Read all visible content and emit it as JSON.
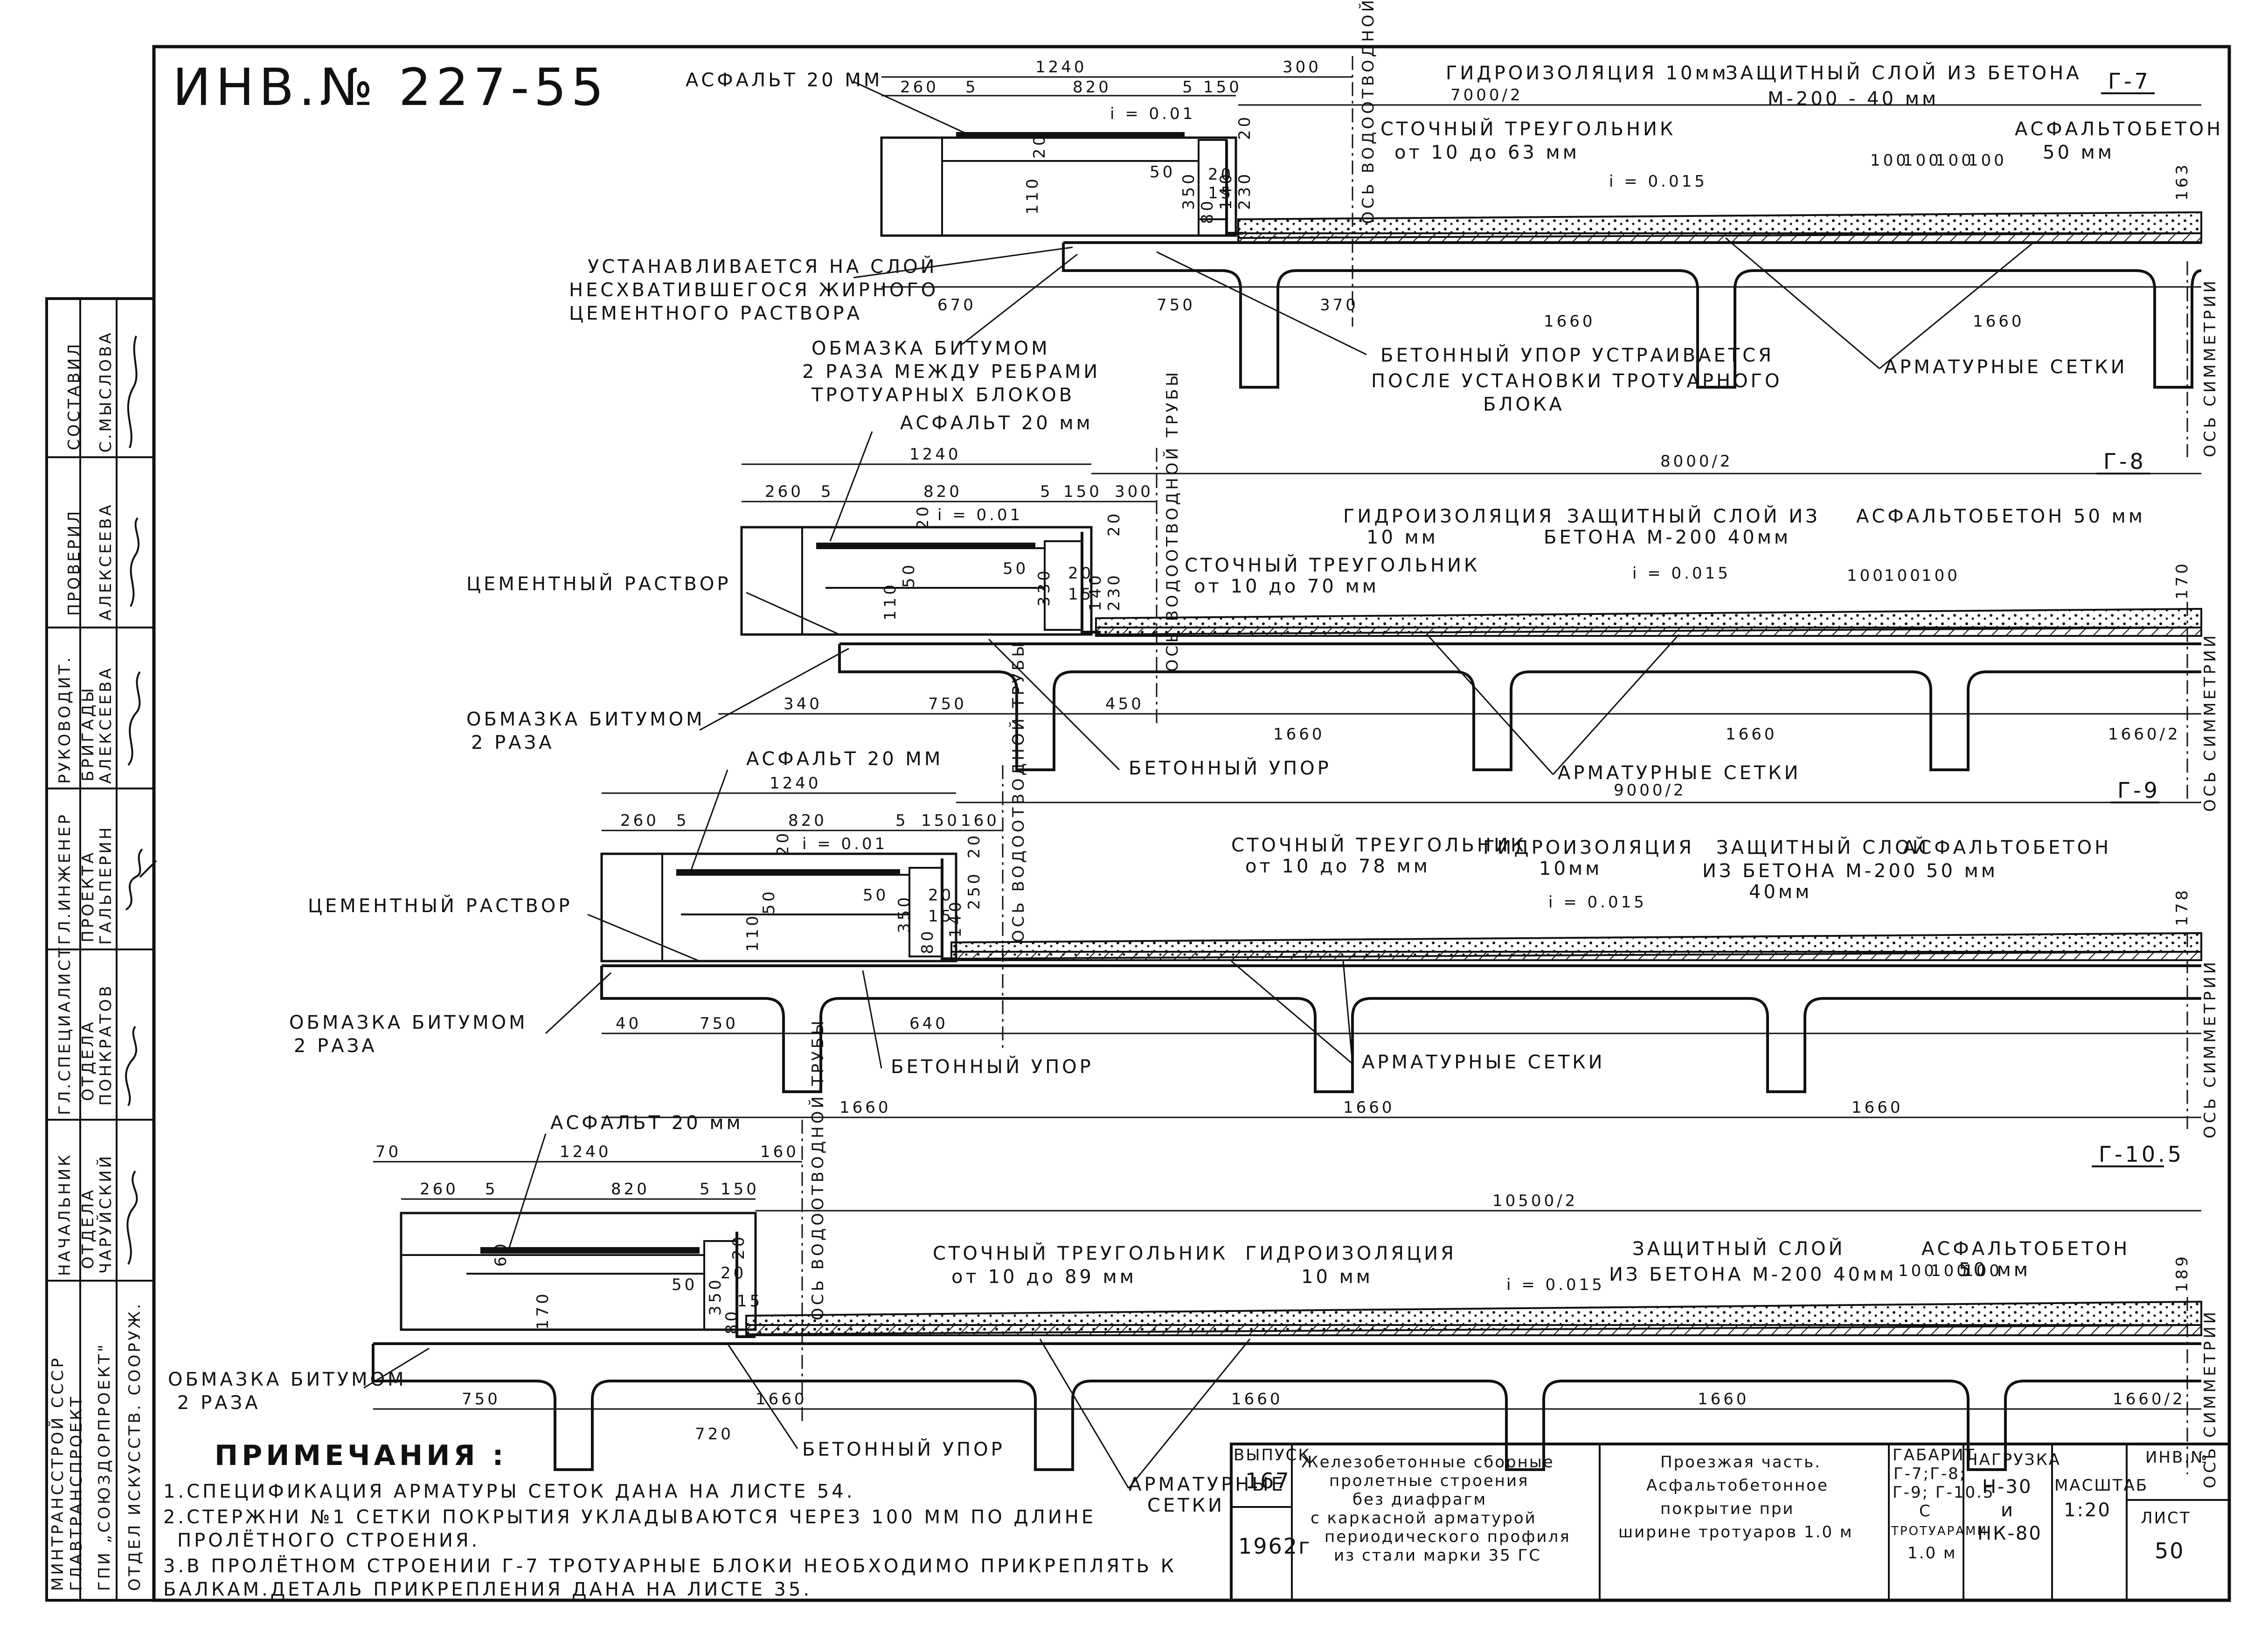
{
  "sheet": {
    "inv_no": "ИНВ.№ 227-55",
    "notes_title": "ПРИМЕЧАНИЯ :",
    "notes": [
      "1.СПЕЦИФИКАЦИЯ АРМАТУРЫ СЕТОК ДАНА НА ЛИСТЕ 54.",
      "2.СТЕРЖНИ №1 СЕТКИ ПОКРЫТИЯ УКЛАДЫВАЮТСЯ ЧЕРЕЗ 100 ММ ПО ДЛИНЕ",
      "ПРОЛЁТНОГО СТРОЕНИЯ.",
      "3.В ПРОЛЁТНОМ СТРОЕНИИ Г-7 ТРОТУАРНЫЕ БЛОКИ НЕОБХОДИМО ПРИКРЕПЛЯТЬ К",
      "БАЛКАМ.ДЕТАЛЬ ПРИКРЕПЛЕНИЯ ДАНА НА ЛИСТЕ 35."
    ]
  },
  "side_stamp": {
    "org": [
      "МИНТРАНССТРОЙ СССР",
      "ГЛАВТРАНСПРОЕКТ",
      "ГПИ „СОЮЗДОРПРОЕКТ\"",
      "ОТДЕЛ ИСКУССТВ. СООРУЖ."
    ],
    "rows": [
      {
        "role1": "НАЧАЛЬНИК",
        "role2": "ОТДЕЛА",
        "name": "ЧАРУЙСКИЙ"
      },
      {
        "role1": "ГЛ.СПЕЦИАЛИСТ",
        "role2": "ОТДЕЛА",
        "name": "ПОНКРАТОВ"
      },
      {
        "role1": "ГЛ.ИНЖЕНЕР",
        "role2": "ПРОЕКТА",
        "name": "ГАЛЬПЕРИН"
      },
      {
        "role1": "РУКОВОДИТ.",
        "role2": "БРИГАДЫ",
        "name": "АЛЕКСЕЕВА"
      },
      {
        "role1": "ПРОВЕРИЛ",
        "role2": "",
        "name": "АЛЕКСЕЕВА"
      },
      {
        "role1": "СОСТАВИЛ",
        "role2": "",
        "name": "С.МЫСЛОВА"
      }
    ]
  },
  "title_block": {
    "vypusk_label": "ВЫПУСК",
    "vypusk": "167",
    "year": "1962г",
    "desc": [
      "Железобетонные сборные",
      "пролетные строения",
      "без диафрагм",
      "с каркасной арматурой",
      "периодического профиля",
      "из стали марки 35 ГС"
    ],
    "part": [
      "Проезжая часть.",
      "Асфальтобетонное",
      "покрытие при",
      "ширине тротуаров 1.0 м"
    ],
    "gabarit_label": "ГАБАРИТ",
    "gabarit": [
      "Г-7;Г-8;",
      "Г-9; Г-10.5",
      "С",
      "ТРОТУАРАМИ",
      "1.0 м"
    ],
    "load_label": "НАГРУЗКА",
    "load": [
      "Н-30",
      "и",
      "НК-80"
    ],
    "scale_label": "МАСШТАБ",
    "scale": "1:20",
    "inv_label": "ИНВ.№",
    "sheet_label": "ЛИСТ",
    "sheet_no": "50"
  },
  "sections": [
    {
      "id": "Г-7",
      "half_width": "7000/2",
      "tr_total": "1240",
      "tr_parts": [
        "260",
        "5",
        "820",
        "5",
        "150"
      ],
      "gap": "300",
      "asph_tr": "АСФАЛЬТ 20 ММ",
      "slope_tr": "i = 0.01",
      "slope_deck": "i = 0.015",
      "waterproof": "ГИДРОИЗОЛЯЦИЯ 10мм",
      "protect": "ЗАЩИТНЫЙ СЛОЙ ИЗ БЕТОНА",
      "protect2": "М-200 - 40 мм",
      "asph_beton": "АСФАЛЬТОБЕТОН",
      "asph_beton2": "50 мм",
      "drain": "СТОЧНЫЙ ТРЕУГОЛЬНИК",
      "drain2": "от 10 до 63 мм",
      "thick": "163",
      "axis_pipe": "ОСЬ ВОДООТВОДНОЙ ТРУБЫ",
      "axis_sym": "ОСЬ СИММЕТРИИ",
      "dims_small": [
        "20",
        "110",
        "50",
        "350",
        "20",
        "15",
        "80",
        "140",
        "230",
        "20"
      ],
      "meshes": [
        "100",
        "100",
        "100",
        "100"
      ],
      "bottom_dims": [
        "670",
        "750",
        "370",
        "1660",
        "1660"
      ],
      "note_set": [
        "УСТАНАВЛИВАЕТСЯ НА СЛОЙ",
        "НЕСХВАТИВШЕГОСЯ ЖИРНОГО",
        "ЦЕМЕНТНОГО РАСТВОРА"
      ],
      "note_bitum": [
        "ОБМАЗКА БИТУМОМ",
        "2 РАЗА МЕЖДУ РЕБРАМИ",
        "ТРОТУАРНЫХ БЛОКОВ"
      ],
      "note_stop": [
        "БЕТОННЫЙ УПОР УСТРАИВАЕТСЯ",
        "ПОСЛЕ УСТАНОВКИ ТРОТУАРНОГО",
        "БЛОКА"
      ],
      "note_mesh": "АРМАТУРНЫЕ СЕТКИ"
    },
    {
      "id": "Г-8",
      "half_width": "8000/2",
      "tr_total": "1240",
      "tr_parts": [
        "260",
        "5",
        "820",
        "5",
        "150"
      ],
      "gap": "300",
      "asph_tr": "АСФАЛЬТ 20 мм",
      "slope_tr": "i = 0.01",
      "slope_deck": "i = 0.015",
      "waterproof": "ГИДРОИЗОЛЯЦИЯ",
      "waterproof2": "10 мм",
      "protect": "ЗАЩИТНЫЙ СЛОЙ ИЗ",
      "protect2": "БЕТОНА М-200 40мм",
      "asph_beton": "АСФАЛЬТОБЕТОН 50 мм",
      "drain": "СТОЧНЫЙ ТРЕУГОЛЬНИК",
      "drain2": "от 10 до 70 мм",
      "thick": "170",
      "axis_pipe": "ОСЬ ВОДООТВОДНОЙ ТРУБЫ",
      "axis_sym": "ОСЬ СИММЕТРИИ",
      "dims_small": [
        "20",
        "110",
        "50",
        "50",
        "330",
        "20",
        "15",
        "140",
        "230",
        "20"
      ],
      "meshes": [
        "100",
        "100",
        "100"
      ],
      "bottom_dims": [
        "340",
        "750",
        "450",
        "1660",
        "1660",
        "1660/2"
      ],
      "note_cement": "ЦЕМЕНТНЫЙ РАСТВОР",
      "note_bitum": [
        "ОБМАЗКА БИТУМОМ",
        "2 РАЗА"
      ],
      "note_stop": "БЕТОННЫЙ УПОР",
      "note_mesh": "АРМАТУРНЫЕ СЕТКИ"
    },
    {
      "id": "Г-9",
      "half_width": "9000/2",
      "tr_total": "1240",
      "tr_parts": [
        "260",
        "5",
        "820",
        "5",
        "150",
        "160"
      ],
      "asph_tr": "АСФАЛЬТ 20 ММ",
      "slope_tr": "i = 0.01",
      "slope_deck": "i = 0.015",
      "waterproof": "ГИДРОИЗОЛЯЦИЯ",
      "waterproof2": "10мм",
      "protect": "ЗАЩИТНЫЙ СЛОЙ",
      "protect2": "ИЗ БЕТОНА М-200",
      "protect3": "40мм",
      "asph_beton": "АСФАЛЬТОБЕТОН",
      "asph_beton2": "50 мм",
      "drain": "СТОЧНЫЙ ТРЕУГОЛЬНИК",
      "drain2": "от 10 до 78 мм",
      "thick": "178",
      "axis_pipe": "ОСЬ ВОДООТВОДНОЙ ТРУБЫ",
      "axis_sym": "ОСЬ СИММЕТРИИ",
      "dims_small": [
        "20",
        "110",
        "50",
        "50",
        "350",
        "20",
        "15",
        "80",
        "140",
        "250",
        "20"
      ],
      "bottom_dims": [
        "40",
        "750",
        "640",
        "1660",
        "1660",
        "1660"
      ],
      "note_cement": "ЦЕМЕНТНЫЙ РАСТВОР",
      "note_bitum": [
        "ОБМАЗКА БИТУМОМ",
        "2 РАЗА"
      ],
      "note_stop": "БЕТОННЫЙ УПОР",
      "note_mesh": "АРМАТУРНЫЕ СЕТКИ"
    },
    {
      "id": "Г-10.5",
      "half_width": "10500/2",
      "tr_total": "1240",
      "tr_parts": [
        "70",
        "260",
        "5",
        "820",
        "5",
        "150",
        "160"
      ],
      "asph_tr": "АСФАЛЬТ 20 мм",
      "slope_deck": "i = 0.015",
      "waterproof": "ГИДРОИЗОЛЯЦИЯ",
      "waterproof2": "10 мм",
      "protect": "ЗАЩИТНЫЙ СЛОЙ",
      "protect2": "ИЗ БЕТОНА М-200 40мм",
      "asph_beton": "АСФАЛЬТОБЕТОН",
      "asph_beton2": "50 мм",
      "drain": "СТОЧНЫЙ ТРЕУГОЛЬНИК",
      "drain2": "от 10 до 89 мм",
      "thick": "189",
      "axis_pipe": "ОСЬ ВОДООТВОДНОЙ ТРУБЫ",
      "axis_sym": "ОСЬ СИММЕТРИИ",
      "dims_small": [
        "60",
        "20",
        "50",
        "20",
        "350",
        "15",
        "170",
        "80"
      ],
      "meshes": [
        "100",
        "100",
        "100"
      ],
      "bottom_dims": [
        "750",
        "1660",
        "1660",
        "1660",
        "1660/2",
        "720"
      ],
      "note_bitum": [
        "ОБМАЗКА БИТУМОМ",
        "2 РАЗА"
      ],
      "note_stop": "БЕТОННЫЙ УПОР",
      "note_mesh": [
        "АРМАТУРНЫЕ",
        "СЕТКИ"
      ]
    }
  ]
}
